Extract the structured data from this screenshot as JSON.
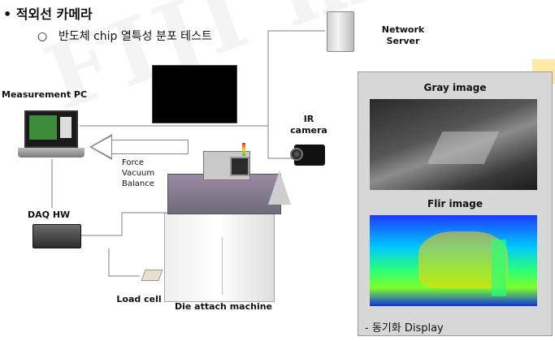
{
  "title": "• 적외선 카메라",
  "subtitle": {
    "bullet": "○",
    "text": "반도체 chip 열특성 분포 테스트"
  },
  "watermark": "FIJI model",
  "labels": {
    "network_server": [
      "Network",
      "Server"
    ],
    "measurement_pc": "Measurement PC",
    "ir_camera": [
      "IR",
      "camera"
    ],
    "daq_hw": "DAQ HW",
    "load_cell": "Load cell",
    "die_attach_machine": "Die attach machine"
  },
  "force_items": [
    "Force",
    "Vacuum",
    "Balance"
  ],
  "panel": {
    "gray_caption": "Gray image",
    "flir_caption": "Flir image",
    "footer": "- 동기화 Display"
  },
  "colors": {
    "panel_bg": "#d7d7d7",
    "scope_bg": "#000000",
    "wire": "#808080",
    "highlight_box": "#2fd04a"
  },
  "icons": {
    "server": "server-tower-icon",
    "scope": "oscilloscope-icon",
    "pc": "laptop-icon",
    "daq": "daq-module-icon",
    "camera": "ir-camera-icon",
    "load_cell": "load-cell-icon",
    "machine": "die-attach-machine-icon"
  }
}
